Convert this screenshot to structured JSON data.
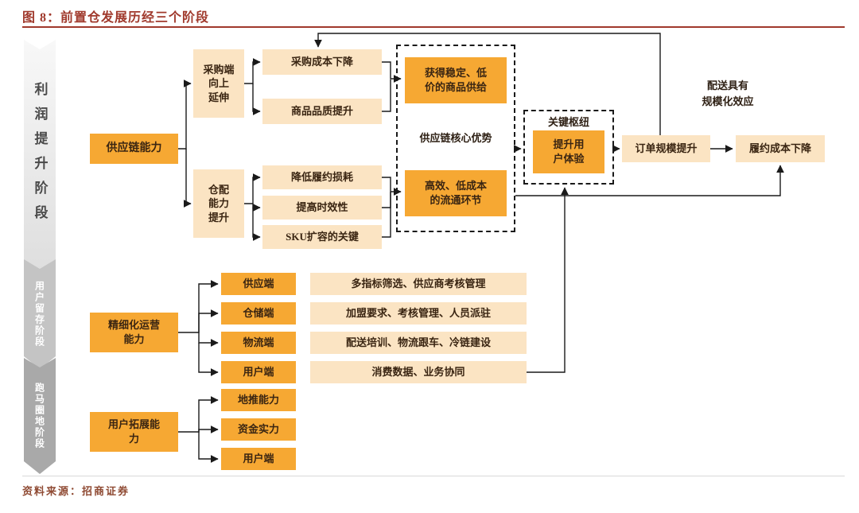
{
  "header": {
    "title": "图 8：前置仓发展历经三个阶段"
  },
  "stages": {
    "profit": "利润提升阶段",
    "retention": "用户留存阶段",
    "landgrab": "跑马圈地阶段"
  },
  "flow": {
    "supply_chain": "供应链能力",
    "procurement_ext": "采购端\n向上\n延伸",
    "procure_cost_down": "采购成本下降",
    "quality_up": "商品品质提升",
    "stable_supply": "获得稳定、低\n价的商品供给",
    "core_advantage": "供应链核心优势",
    "efficient_flow": "高效、低成本\n的流通环节",
    "warehouse_cap": "仓配\n能力\n提升",
    "reduce_loss": "降低履约损耗",
    "timeliness": "提高时效性",
    "sku_key": "SKU扩容的关键",
    "key_hub": "关键枢纽",
    "user_experience": "提升用\n户体验",
    "order_scale": "订单规模提升",
    "fulfill_cost_down": "履约成本下降",
    "scale_note": "配送具有\n规模化效应"
  },
  "operation": {
    "title": "精细化运营\n能力",
    "rows": [
      {
        "tag": "供应端",
        "desc": "多指标筛选、供应商考核管理"
      },
      {
        "tag": "仓储端",
        "desc": "加盟要求、考核管理、人员派驻"
      },
      {
        "tag": "物流端",
        "desc": "配送培训、物流跟车、冷链建设"
      },
      {
        "tag": "用户端",
        "desc": "消费数据、业务协同"
      }
    ]
  },
  "expansion": {
    "title": "用户拓展能\n力",
    "items": [
      "地推能力",
      "资金实力",
      "用户端"
    ]
  },
  "footer": {
    "source": "资料来源：招商证券"
  },
  "colors": {
    "accent_orange": "#F6A833",
    "light_orange": "#FBE4C3",
    "title_red": "#A0392C",
    "source_brown": "#8F4A33",
    "stage_gray_light": "#EDEDED",
    "stage_gray_mid": "#C4C4C4",
    "stage_gray_dark": "#A9A9A9"
  }
}
